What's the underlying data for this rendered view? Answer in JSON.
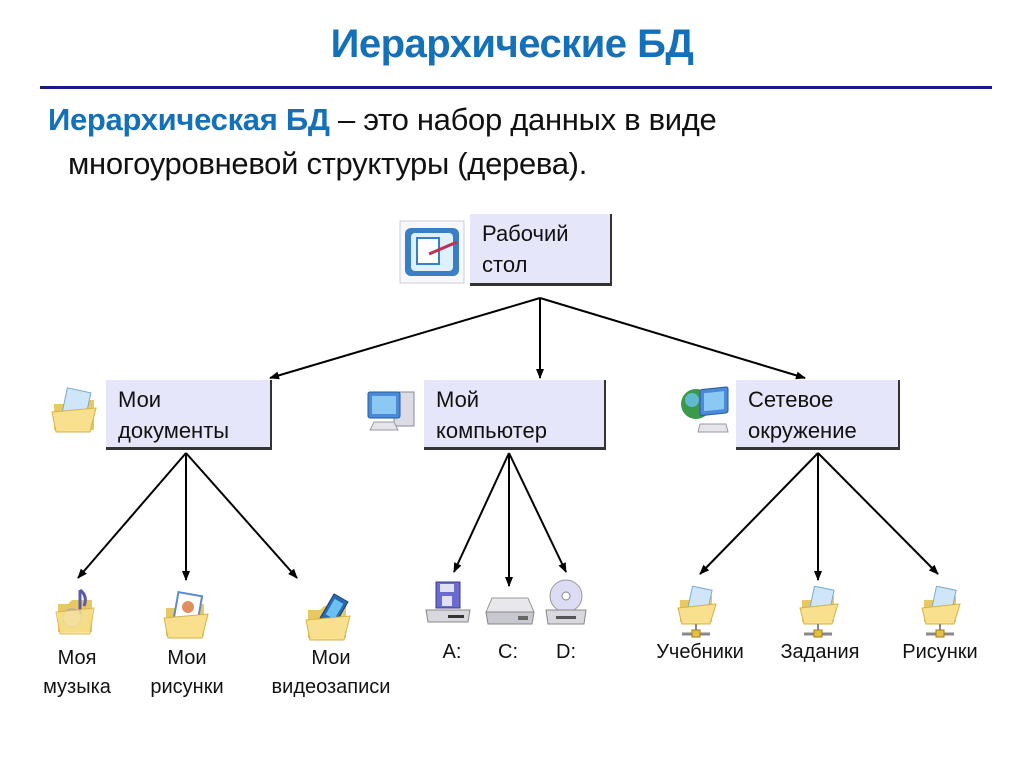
{
  "slide": {
    "title": "Иерархические БД",
    "definition": {
      "term": "Иерархическая БД",
      "text_line1": " – это набор данных в виде",
      "text_line2": "многоуровневой структуры (дерева)."
    }
  },
  "tree": {
    "root": {
      "label_line1": "Рабочий",
      "label_line2": "стол",
      "icon": "desktop-icon"
    },
    "level1": [
      {
        "label_line1": "Мои",
        "label_line2": "документы",
        "icon": "my-documents-folder-icon"
      },
      {
        "label_line1": "Мой",
        "label_line2": "компьютер",
        "icon": "my-computer-icon"
      },
      {
        "label_line1": "Сетевое",
        "label_line2": "окружение",
        "icon": "network-places-icon"
      }
    ],
    "level2": {
      "documents": [
        {
          "label_line1": "Моя",
          "label_line2": "музыка",
          "icon": "music-folder-icon"
        },
        {
          "label_line1": "Мои",
          "label_line2": "рисунки",
          "icon": "pictures-folder-icon"
        },
        {
          "label_line1": "Мои",
          "label_line2": "видеозаписи",
          "icon": "video-folder-icon"
        }
      ],
      "computer": [
        {
          "label": "A:",
          "icon": "floppy-drive-icon"
        },
        {
          "label": "C:",
          "icon": "hard-drive-icon"
        },
        {
          "label": "D:",
          "icon": "cd-drive-icon"
        }
      ],
      "network": [
        {
          "label": "Учебники",
          "icon": "network-folder-icon"
        },
        {
          "label": "Задания",
          "icon": "network-folder-icon"
        },
        {
          "label": "Рисунки",
          "icon": "network-folder-icon"
        }
      ]
    }
  },
  "colors": {
    "accent": "#1470b8",
    "rule": "#1a1a80",
    "node_fill": "#e6e6fa"
  }
}
